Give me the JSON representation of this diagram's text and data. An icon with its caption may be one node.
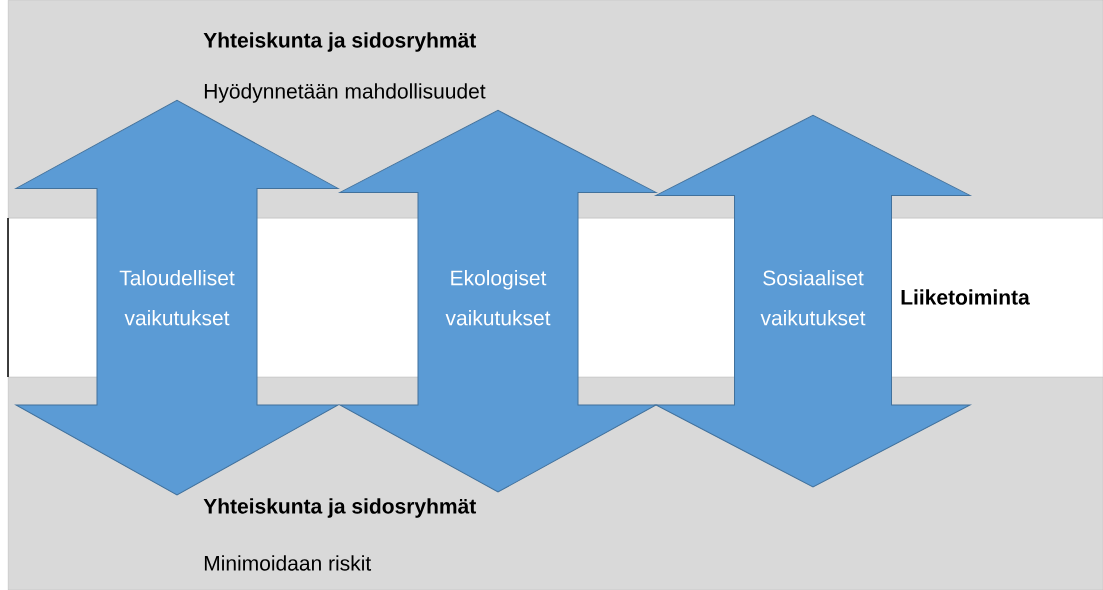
{
  "diagram": {
    "nodes": [
      {
        "text": [
          "Yhteiskunta ja sidosryhmät",
          "Hyödynnetään mahdollisuudet"
        ]
      },
      {
        "text": [
          "Liiketoiminta"
        ]
      },
      {
        "text": [
          "Yhteiskunta ja sidosryhmät",
          "Minimoidaan riskit"
        ]
      }
    ],
    "edges": [
      {
        "from": 2,
        "to": 0,
        "arrow": "both",
        "label": "Taloudelliset vaikutukset"
      },
      {
        "from": 2,
        "to": 0,
        "arrow": "both",
        "label": "Ekologiset vaikutukset"
      },
      {
        "from": 2,
        "to": 0,
        "arrow": "both",
        "label": "Sosiaaliset vaikutukset"
      }
    ]
  }
}
